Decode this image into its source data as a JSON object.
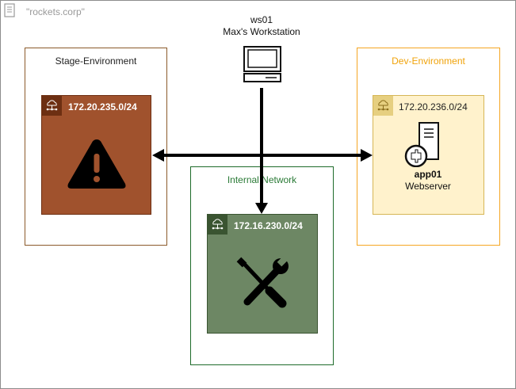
{
  "corp": {
    "label": "\"rockets.corp\""
  },
  "environments": {
    "stage": {
      "title": "Stage-Environment"
    },
    "dev": {
      "title": "Dev-Environment"
    },
    "internal": {
      "title": "Internal Network"
    }
  },
  "subnets": {
    "stage": {
      "cidr": "172.20.235.0/24"
    },
    "dev": {
      "cidr": "172.20.236.0/24"
    },
    "internal": {
      "cidr": "172.16.230.0/24"
    }
  },
  "workstation": {
    "name": "ws01",
    "description": "Max's Workstation"
  },
  "app_server": {
    "name": "app01",
    "description": "Webserver"
  },
  "icons": {
    "corp": "building-icon",
    "subnet": "subnet-cloud-icon",
    "workstation": "desktop-computer-icon",
    "stage_content": "warning-icon",
    "internal_content": "tools-icon",
    "app_server": "server-icon"
  },
  "colors": {
    "stage_fill": "#a0522d",
    "dev_fill": "#fff2cc",
    "internal_fill": "#6d8764",
    "dev_border": "#f5a623",
    "internal_border": "#1e6b2a"
  }
}
